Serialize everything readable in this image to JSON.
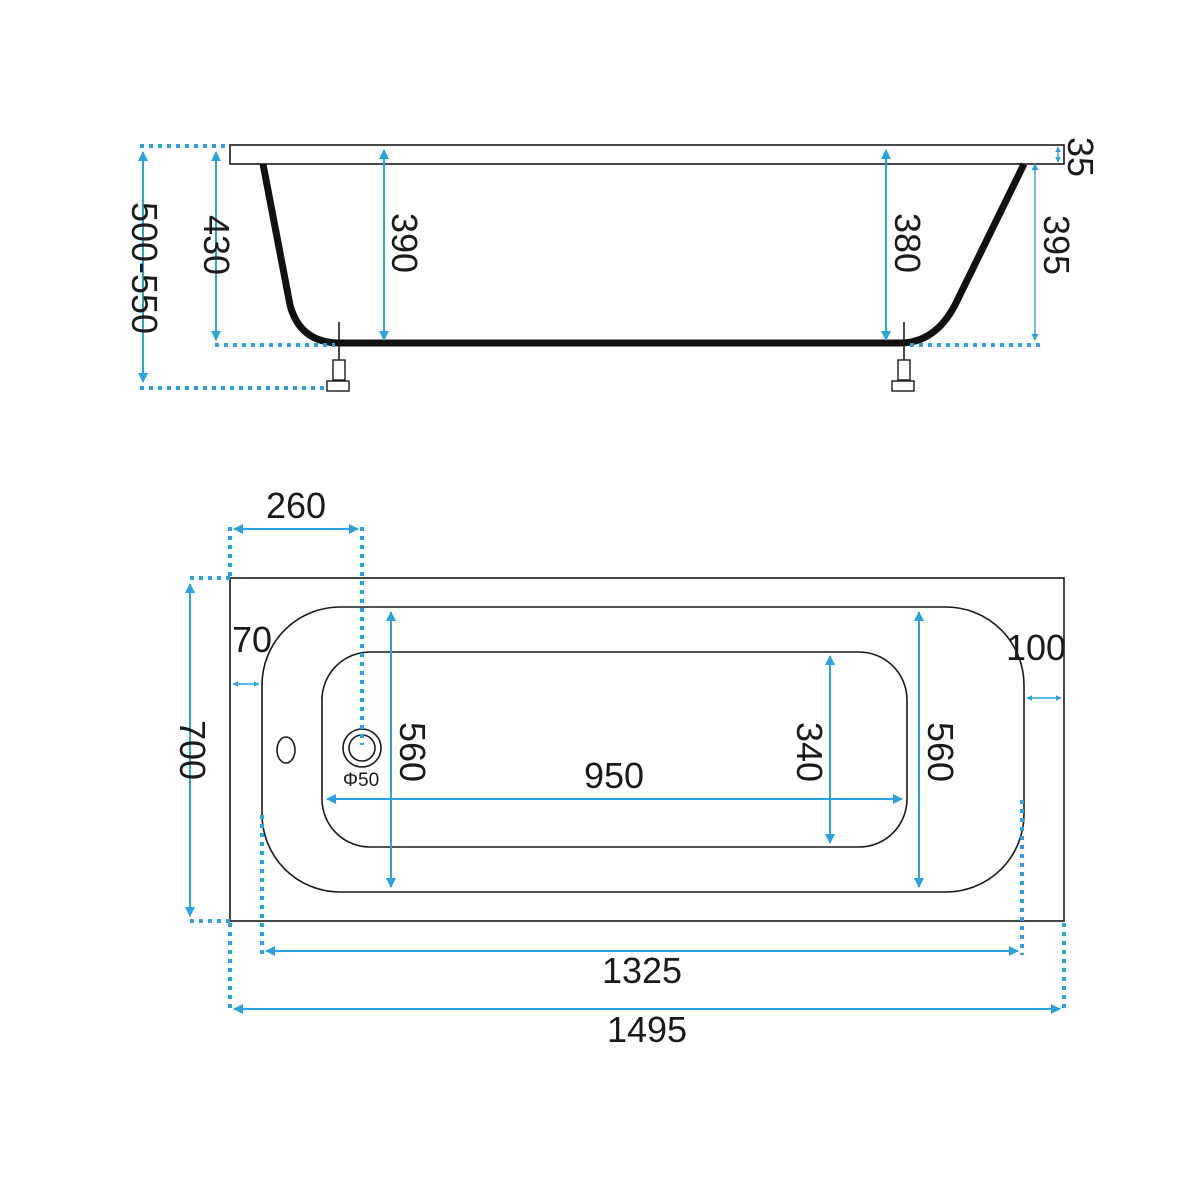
{
  "side_view": {
    "total_height": "500-550",
    "height_left": "430",
    "depth_left": "390",
    "depth_right": "380",
    "height_right": "395",
    "rim": "35"
  },
  "top_view": {
    "drain_offset": "260",
    "width": "700",
    "rim_left": "70",
    "rim_right": "100",
    "inner_width_left": "560",
    "inner_width_right": "560",
    "floor_width": "340",
    "floor_length": "950",
    "drain_diameter": "Φ50",
    "inner_length": "1325",
    "total_length": "1495"
  },
  "colors": {
    "dimension": "#2aa3dc",
    "outline": "#1a1a1a"
  }
}
